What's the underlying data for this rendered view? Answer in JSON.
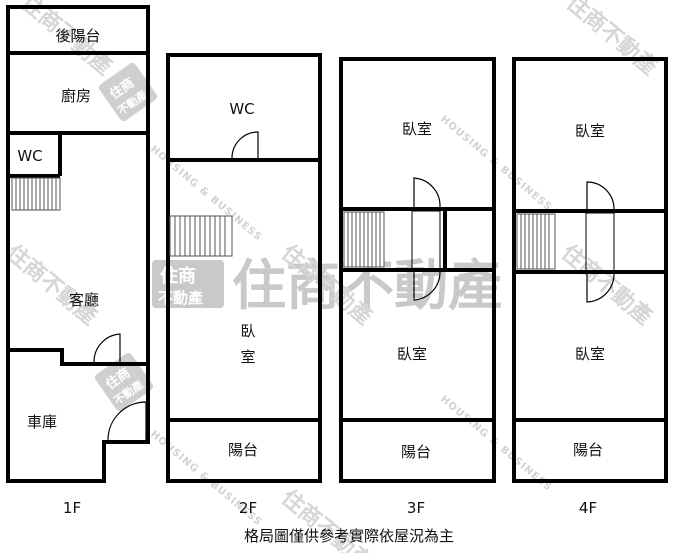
{
  "watermark": {
    "logo_line1": "住商",
    "logo_line2": "不動產",
    "brand": "住商不動產",
    "english": "HOUSING & BUSINESS"
  },
  "floors": [
    {
      "label": "1F",
      "rooms": {
        "rear_balcony": "後陽台",
        "kitchen": "廚房",
        "wc": "WC",
        "living": "客廳",
        "garage": "車庫"
      }
    },
    {
      "label": "2F",
      "rooms": {
        "wc": "WC",
        "bedroom_line1": "臥",
        "bedroom_line2": "室",
        "balcony": "陽台"
      }
    },
    {
      "label": "3F",
      "rooms": {
        "bedroom_front": "臥室",
        "bedroom_rear": "臥室",
        "balcony": "陽台"
      }
    },
    {
      "label": "4F",
      "rooms": {
        "bedroom_front": "臥室",
        "bedroom_rear": "臥室",
        "balcony": "陽台"
      }
    }
  ],
  "caption": "格局圖僅供參考實際依屋況為主"
}
